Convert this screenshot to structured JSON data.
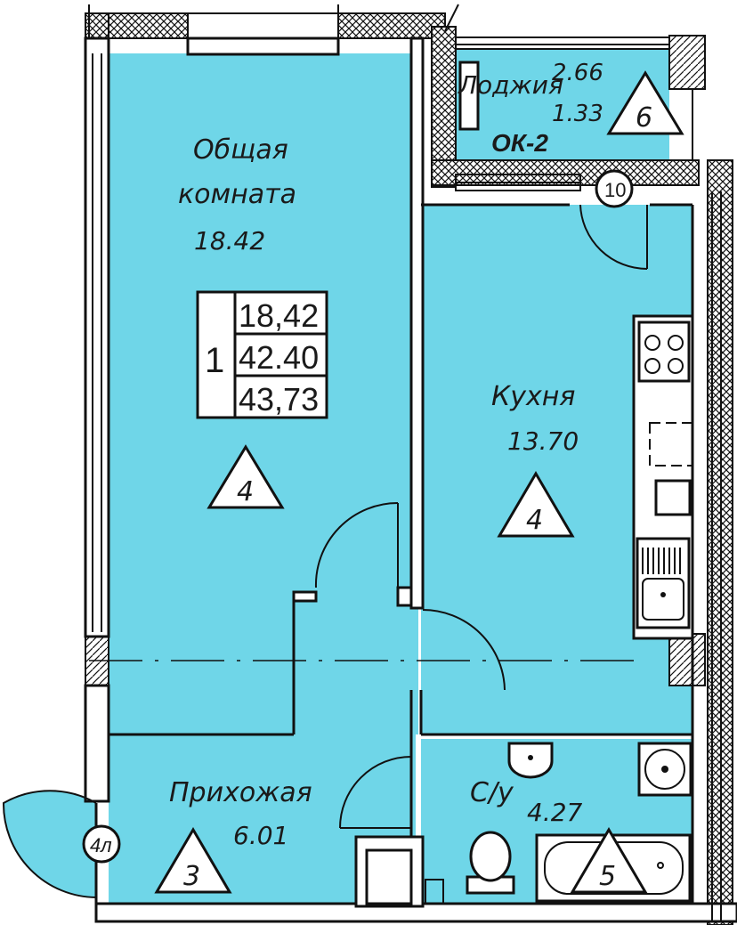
{
  "rooms": {
    "living": {
      "name_line1": "Общая",
      "name_line2": "комната",
      "area": "18.42",
      "marker": "4"
    },
    "kitchen": {
      "name": "Кухня",
      "area": "13.70",
      "marker": "4"
    },
    "hall": {
      "name": "Прихожая",
      "area": "6.01",
      "marker": "3"
    },
    "bath": {
      "name": "С/у",
      "area": "4.27",
      "marker": "5"
    },
    "loggia": {
      "name": "Лоджия",
      "area_full": "2.66",
      "area_reduced": "1.33",
      "marker": "6",
      "window_code": "ОК-2"
    }
  },
  "summary": {
    "rooms_count": "1",
    "living_area": "18,42",
    "total_area": "42.40",
    "total_with_loggia": "43,73"
  },
  "markers": {
    "circle_top": "10",
    "circle_left": "4л"
  },
  "colors": {
    "room_fill": "#6fd6e8",
    "wall": "#111111"
  }
}
